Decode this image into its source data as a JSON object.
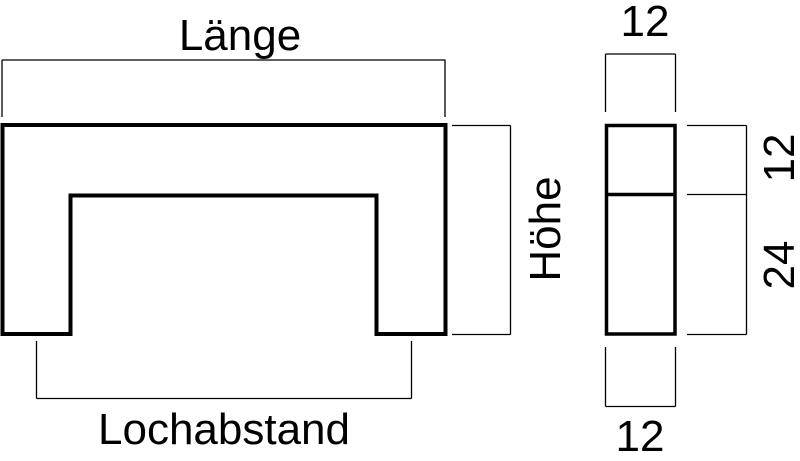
{
  "page": {
    "background": "#ffffff",
    "line_color": "#000000"
  },
  "drawing": {
    "kind": "technical-dimension-drawing",
    "views": {
      "front": {
        "labels": {
          "length": "Länge",
          "height": "Höhe",
          "hole_distance": "Lochabstand"
        }
      },
      "side": {
        "dimensions": {
          "width_top": "12",
          "height_upper": "12",
          "height_lower": "24",
          "width_bottom": "12"
        }
      }
    }
  }
}
